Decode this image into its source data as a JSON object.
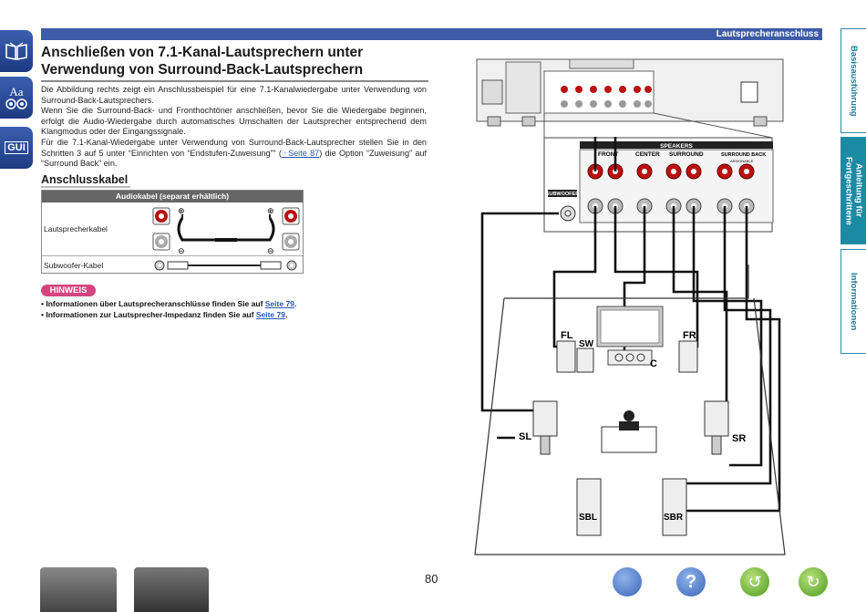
{
  "header": {
    "section": "Lautsprecheranschluss"
  },
  "left_icons": [
    {
      "name": "book-icon"
    },
    {
      "name": "text-size-icon",
      "label": "Aa"
    },
    {
      "name": "gui-icon",
      "label": "GUI"
    }
  ],
  "right_tabs": [
    {
      "label": "Basisausführung",
      "active": false
    },
    {
      "label": "Anleitung für Fortgeschrittene",
      "active": true
    },
    {
      "label": "Informationen",
      "active": false
    }
  ],
  "title": "Anschließen von 7.1-Kanal-Lautsprechern unter Verwendung von Surround-Back-Lautsprechern",
  "body": {
    "p1": "Die Abbildung rechts zeigt ein Anschlussbeispiel für eine 7.1-Kanalwiedergabe unter Verwendung von Surround-Back-Lautsprechers.",
    "p2": "Wenn Sie die Surround-Back- und Fronthochtöner anschließen, bevor Sie die Wiedergabe beginnen, erfolgt die Audio-Wiedergabe durch automatisches Umschalten der Lautsprecher entsprechend dem Klangmodus oder der Eingangssignale.",
    "p3_a": "Für die 7.1-Kanal-Wiedergabe unter Verwendung von Surround-Back-Lautsprecher stellen Sie in den Schritten 3 auf 5 unter “Einrichten von “Endstufen-Zuweisung”” (",
    "p3_link": "Seite 87",
    "p3_b": ") die Option “Zuweisung” auf “Surround Back” ein."
  },
  "cable_section": {
    "heading": "Anschlusskabel",
    "table_header": "Audiokabel (separat erhältlich)",
    "row1_label": "Lautsprecherkabel",
    "row2_label": "Subwoofer-Kabel"
  },
  "hinweis": {
    "label": "HINWEIS",
    "notes": [
      {
        "text": "Informationen über Lautsprecheranschlüsse finden Sie auf ",
        "link": "Seite 79",
        "end": "."
      },
      {
        "text": "Informationen zur Lautsprecher-Impedanz finden Sie auf ",
        "link": "Seite 79",
        "end": "."
      }
    ]
  },
  "diagram": {
    "speakers_label": "SPEAKERS",
    "front": "FRONT",
    "center": "CENTER",
    "surround": "SURROUND",
    "surround_back": "SURROUND BACK",
    "assignable": "ASSIGNABLE",
    "subwoofer": "SUBWOOFER",
    "fl": "FL",
    "fr": "FR",
    "sw": "SW",
    "c": "C",
    "sl": "SL",
    "sr": "SR",
    "sbl": "SBL",
    "sbr": "SBR"
  },
  "footer": {
    "page_number": "80"
  },
  "colors": {
    "header_bar": "#3e5ca6",
    "tab_active": "#1b8aa3",
    "hinweis": "#d4457f",
    "link": "#2a56b5"
  }
}
